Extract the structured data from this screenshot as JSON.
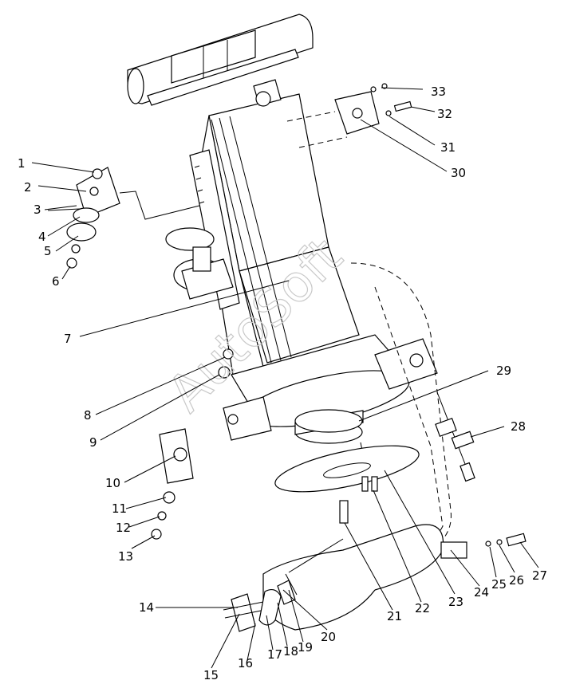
{
  "watermark": "AutoSoft",
  "callouts": [
    {
      "id": "c1",
      "label": "1"
    },
    {
      "id": "c2",
      "label": "2"
    },
    {
      "id": "c3",
      "label": "3"
    },
    {
      "id": "c4",
      "label": "4"
    },
    {
      "id": "c5",
      "label": "5"
    },
    {
      "id": "c6",
      "label": "6"
    },
    {
      "id": "c7",
      "label": "7"
    },
    {
      "id": "c8",
      "label": "8"
    },
    {
      "id": "c9",
      "label": "9"
    },
    {
      "id": "c10",
      "label": "10"
    },
    {
      "id": "c11",
      "label": "11"
    },
    {
      "id": "c12",
      "label": "12"
    },
    {
      "id": "c13",
      "label": "13"
    },
    {
      "id": "c14",
      "label": "14"
    },
    {
      "id": "c15",
      "label": "15"
    },
    {
      "id": "c16",
      "label": "16"
    },
    {
      "id": "c17",
      "label": "17"
    },
    {
      "id": "c18",
      "label": "18"
    },
    {
      "id": "c19",
      "label": "19"
    },
    {
      "id": "c20",
      "label": "20"
    },
    {
      "id": "c21",
      "label": "21"
    },
    {
      "id": "c22",
      "label": "22"
    },
    {
      "id": "c23",
      "label": "23"
    },
    {
      "id": "c24",
      "label": "24"
    },
    {
      "id": "c25",
      "label": "25"
    },
    {
      "id": "c26",
      "label": "26"
    },
    {
      "id": "c27",
      "label": "27"
    },
    {
      "id": "c28",
      "label": "28"
    },
    {
      "id": "c29",
      "label": "29"
    },
    {
      "id": "c30",
      "label": "30"
    },
    {
      "id": "c31",
      "label": "31"
    },
    {
      "id": "c32",
      "label": "32"
    },
    {
      "id": "c33",
      "label": "33"
    }
  ]
}
